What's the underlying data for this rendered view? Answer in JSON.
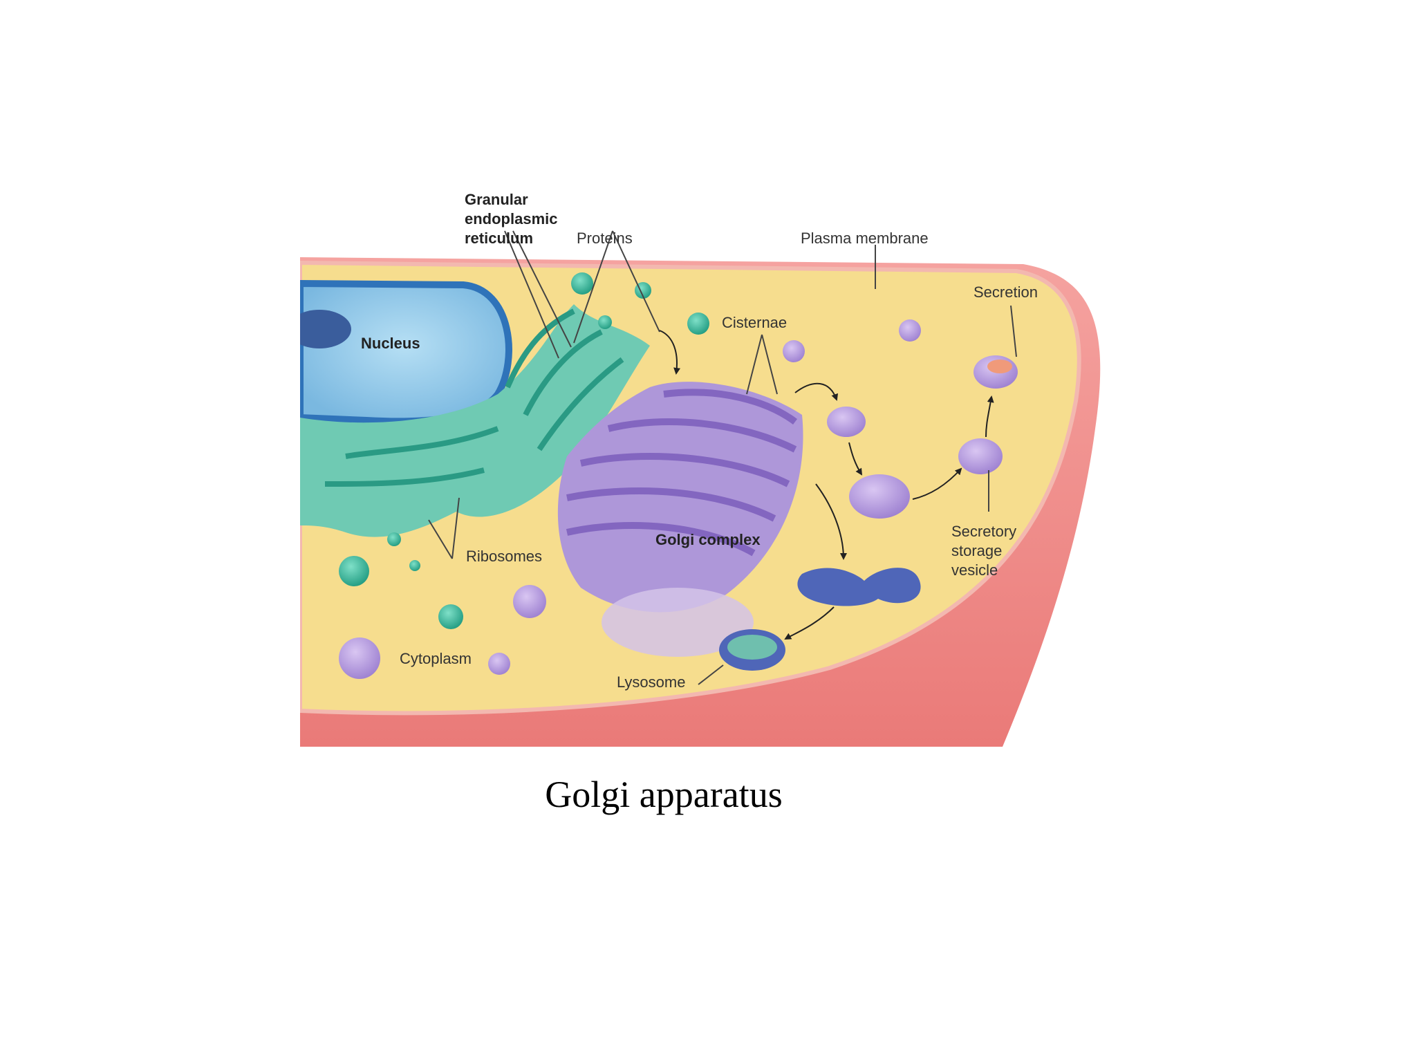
{
  "labels": {
    "granular_er": [
      "Granular",
      "endoplasmic",
      "reticulum"
    ],
    "proteins": "Proteins",
    "plasma_membrane": "Plasma membrane",
    "secretion": "Secretion",
    "nucleus": "Nucleus",
    "cisternae": "Cisternae",
    "golgi_complex": "Golgi complex",
    "ribosomes": "Ribosomes",
    "secretory_vesicle": [
      "Secretory",
      "storage",
      "vesicle"
    ],
    "cytoplasm": "Cytoplasm",
    "lysosome": "Lysosome"
  },
  "caption": "Golgi apparatus",
  "colors": {
    "cytoplasm": "#f6dd8e",
    "membrane": "#f08a8a",
    "er": "#5bbfa8",
    "golgi": "#a98fd6",
    "nucleus": "#8ec9ea",
    "lysosome": "#4f66b8"
  }
}
